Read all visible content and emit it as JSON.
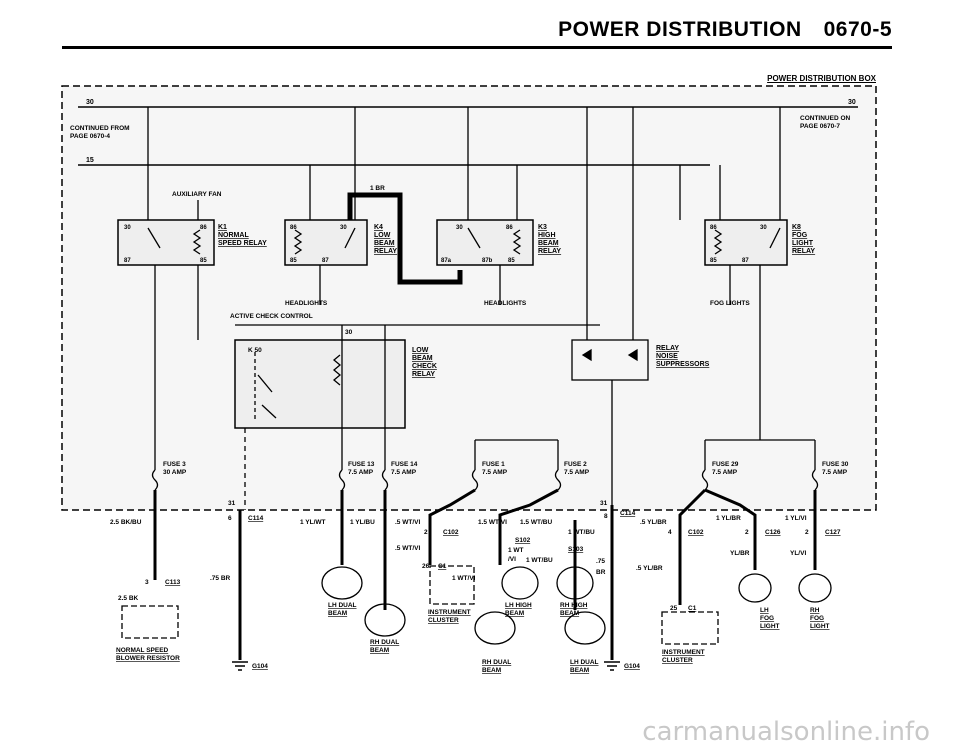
{
  "header": {
    "title": "POWER DISTRIBUTION",
    "page": "0670-5"
  },
  "box_title": "POWER DISTRIBUTION BOX",
  "watermark": "carmanualsonline.info",
  "labels": {
    "bus30_left": "30",
    "bus30_right": "30",
    "bus15": "15",
    "continued_from": [
      "CONTINUED FROM",
      "PAGE 0670-4"
    ],
    "continued_on": [
      "CONTINUED ON",
      "PAGE 0670-7"
    ],
    "aux_fan": "AUXILIARY FAN",
    "k1": [
      "K1",
      "NORMAL",
      "SPEED RELAY"
    ],
    "k4": [
      "K4",
      "LOW",
      "BEAM",
      "RELAY"
    ],
    "k3": [
      "K3",
      "HIGH",
      "BEAM",
      "RELAY"
    ],
    "k8": [
      "K8",
      "FOG",
      "LIGHT",
      "RELAY"
    ],
    "wire_1br": "1 BR",
    "headlights_left": "HEADLIGHTS",
    "headlights_right": "HEADLIGHTS",
    "fog_lights": "FOG LIGHTS",
    "active_check": "ACTIVE CHECK CONTROL",
    "k50": "K 50",
    "low_beam_check": [
      "LOW",
      "BEAM",
      "CHECK",
      "RELAY"
    ],
    "relay_noise": [
      "RELAY",
      "NOISE",
      "SUPPRESSORS"
    ],
    "fuse3": [
      "FUSE 3",
      "30 AMP"
    ],
    "fuse13": [
      "FUSE 13",
      "7.5 AMP"
    ],
    "fuse14": [
      "FUSE 14",
      "7.5 AMP"
    ],
    "fuse1": [
      "FUSE 1",
      "7.5 AMP"
    ],
    "fuse2": [
      "FUSE 2",
      "7.5 AMP"
    ],
    "fuse29": [
      "FUSE 29",
      "7.5 AMP"
    ],
    "fuse30": [
      "FUSE 30",
      "7.5 AMP"
    ],
    "pin30": "30",
    "pin31_left": "31",
    "pin31_right": "31",
    "wires": {
      "w25bkbu": "2.5 BK/BU",
      "w25bk": "2.5 BK",
      "w75br": ".75 BR",
      "w1ylwt": "1 YL/WT",
      "w1ylbu": "1 YL/BU",
      "w5wtvi_a": ".5 WT/VI",
      "w5wtvi_b": ".5 WT/VI",
      "w15wtvi": "1.5 WT/VI",
      "w15wtbu": "1.5 WT/BU",
      "w1wtbu_a": "1 WT/BU",
      "w1wtvi_a": "1 WT",
      "w1wtvi_b": "/VI",
      "w1wtbu_b": "1 WT/BU",
      "w1wtvi_c": "1 WT/VI",
      "w75br_b": ".75",
      "w75br_c": "BR",
      "w5ylbr_a": ".5 YL/BR",
      "w5ylbr_b": ".5 YL/BR",
      "w1ylbr": "1 YL/BR",
      "w1ylvi": "1 YL/VI",
      "ylbr": "YL/BR",
      "ylvi": "YL/VI"
    },
    "connectors": {
      "c113": "C113",
      "c113_pin": "3",
      "c114a": "C114",
      "c114a_pin": "6",
      "c114b": "C114",
      "c114b_pin": "8",
      "c102a": "C102",
      "c102a_pin": "2",
      "c102b": "C102",
      "c102b_pin": "4",
      "c126": "C126",
      "c126_pin": "2",
      "c127": "C127",
      "c127_pin": "2",
      "c1a": "C1",
      "c1a_pin": "26",
      "c1b": "C1",
      "c1b_pin": "25",
      "s102": "S102",
      "s103": "S103",
      "g104a": "G104",
      "g104b": "G104"
    },
    "loads": {
      "normal_speed": [
        "NORMAL SPEED",
        "BLOWER RESISTOR"
      ],
      "lh_dual": [
        "LH DUAL",
        "BEAM"
      ],
      "rh_dual_low": [
        "RH DUAL",
        "BEAM"
      ],
      "instrument_a": [
        "INSTRUMENT",
        "CLUSTER"
      ],
      "lh_high": [
        "LH HIGH",
        "BEAM"
      ],
      "rh_high": [
        "RH HIGH",
        "BEAM"
      ],
      "rh_dual": [
        "RH DUAL",
        "BEAM"
      ],
      "lh_dual_b": [
        "LH DUAL",
        "BEAM"
      ],
      "instrument_b": [
        "INSTRUMENT",
        "CLUSTER"
      ],
      "lh_fog": [
        "LH",
        "FOG",
        "LIGHT"
      ],
      "rh_fog": [
        "RH",
        "FOG",
        "LIGHT"
      ]
    },
    "relay_pins": {
      "k1": [
        "30",
        "86",
        "87",
        "85"
      ],
      "k4": [
        "86",
        "30",
        "85",
        "87"
      ],
      "k3": [
        "30",
        "86",
        "87a",
        "87b",
        "85"
      ],
      "k8": [
        "86",
        "30",
        "85",
        "87"
      ]
    }
  }
}
